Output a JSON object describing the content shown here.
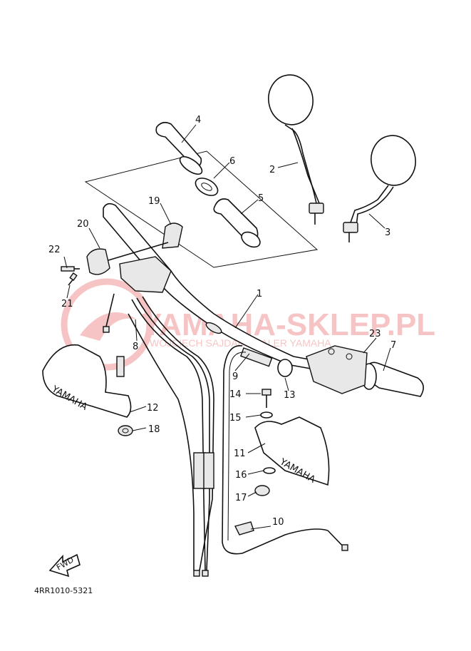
{
  "diagram": {
    "code": "4RR1010-5321",
    "fwd_label": "FWD",
    "watermark": {
      "main": "YAMAHA-SKLEP.PL",
      "sub": "WOJCIECH SAJDAK DEALER YAMAHA",
      "color": "#e23030"
    },
    "guard_brand": "YAMAHA",
    "callouts": [
      {
        "id": "c1",
        "text": "1"
      },
      {
        "id": "c2",
        "text": "2"
      },
      {
        "id": "c3",
        "text": "3"
      },
      {
        "id": "c4",
        "text": "4"
      },
      {
        "id": "c5",
        "text": "5"
      },
      {
        "id": "c6",
        "text": "6"
      },
      {
        "id": "c7",
        "text": "7"
      },
      {
        "id": "c8",
        "text": "8"
      },
      {
        "id": "c9",
        "text": "9"
      },
      {
        "id": "c10",
        "text": "10"
      },
      {
        "id": "c11",
        "text": "11"
      },
      {
        "id": "c12",
        "text": "12"
      },
      {
        "id": "c13",
        "text": "13"
      },
      {
        "id": "c14",
        "text": "14"
      },
      {
        "id": "c15",
        "text": "15"
      },
      {
        "id": "c16",
        "text": "16"
      },
      {
        "id": "c17",
        "text": "17"
      },
      {
        "id": "c18",
        "text": "18"
      },
      {
        "id": "c19",
        "text": "19"
      },
      {
        "id": "c20",
        "text": "20"
      },
      {
        "id": "c21",
        "text": "21"
      },
      {
        "id": "c22",
        "text": "22"
      },
      {
        "id": "c23",
        "text": "23"
      }
    ]
  }
}
